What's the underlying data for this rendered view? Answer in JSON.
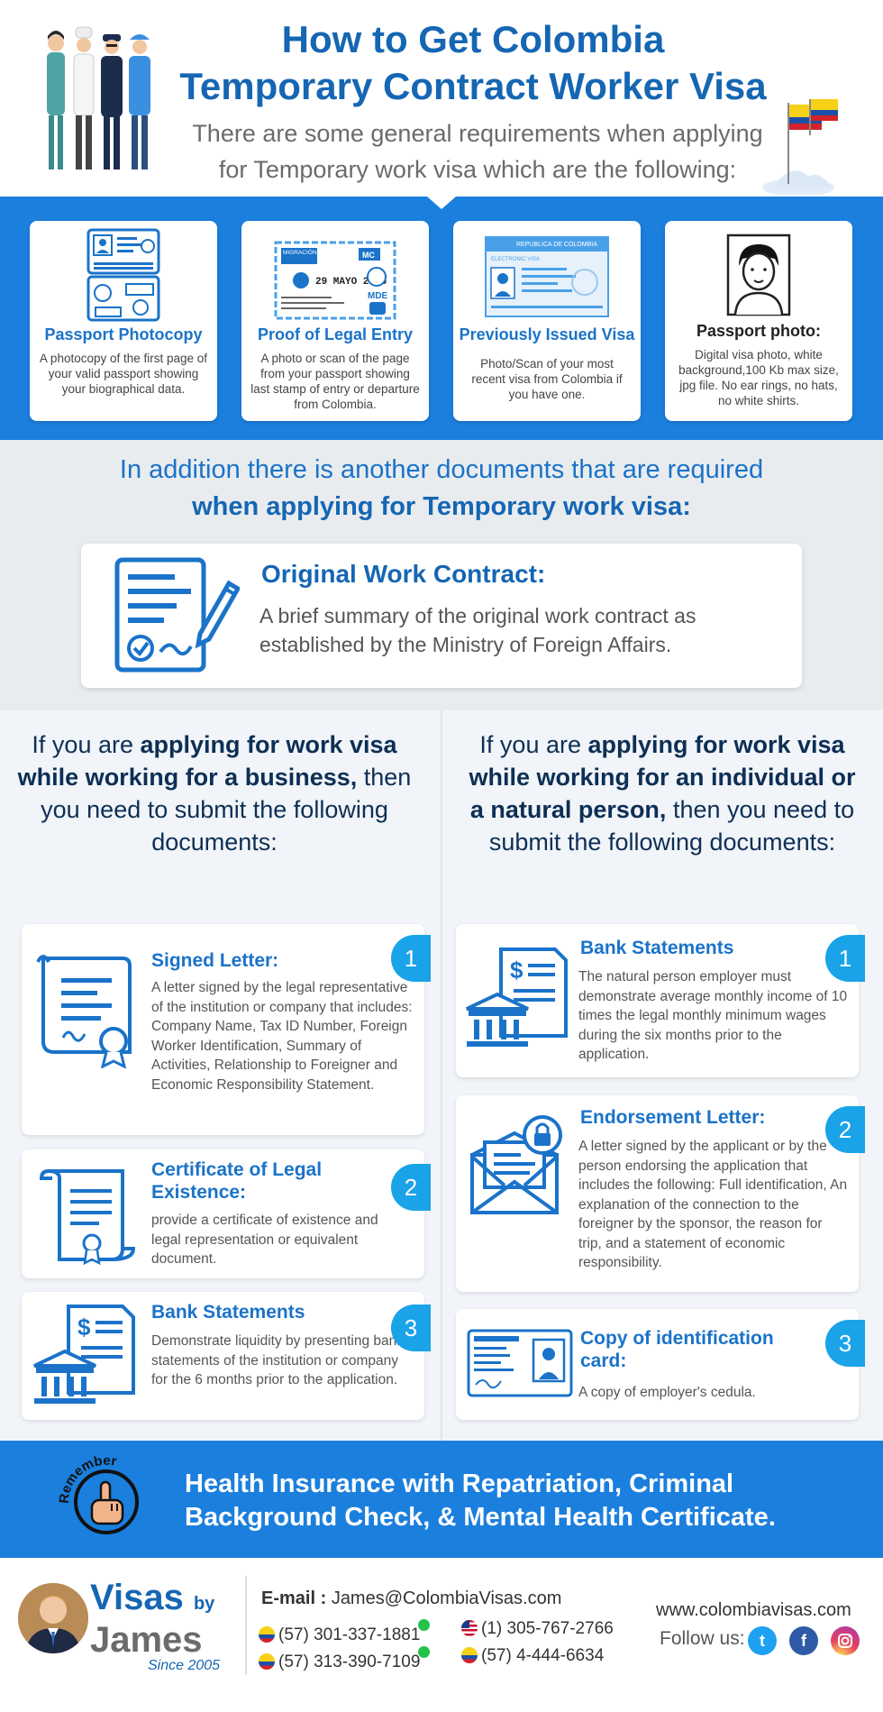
{
  "header": {
    "title_line1": "How to Get Colombia",
    "title_line2": "Temporary Contract Worker Visa",
    "subtitle_line1": "There are some general requirements when applying",
    "subtitle_line2": "for Temporary work visa which are the following:"
  },
  "requirements": [
    {
      "title": "Passport Photocopy",
      "desc": "A photocopy of the first page of your valid passport showing your biographical data."
    },
    {
      "title": "Proof of Legal Entry",
      "desc": "A photo or scan of the page from your passport showing last stamp of entry or departure from Colombia."
    },
    {
      "title": "Previously Issued Visa",
      "desc": "Photo/Scan of your most recent visa from Colombia if you have one."
    },
    {
      "title": "Passport photo:",
      "desc": "Digital visa photo, white background,100 Kb max size, jpg file. No ear rings, no hats, no white shirts."
    }
  ],
  "stamp": {
    "migracion": "MIGRACIÓN COLOMBIA",
    "date": "29 MAYO 2015",
    "code": "MDE",
    "mc": "MC"
  },
  "visa_card": {
    "header": "REPUBLICA DE COLOMBIA",
    "label": "ELECTRONIC VISA"
  },
  "additional": {
    "line1": "In addition there is another documents that are required",
    "line2": "when applying for Temporary work visa:",
    "contract_title": "Original  Work Contract:",
    "contract_desc": "A brief summary of the original work contract as established by the Ministry of Foreign Affairs."
  },
  "business": {
    "head_pre": "If you are ",
    "head_bold": "applying for work visa while working for a business,",
    "head_post": " then you need to submit the following documents:",
    "docs": [
      {
        "num": "1",
        "title": "Signed Letter:",
        "desc": "A letter signed by the legal representative of the institution or company that includes: Company Name, Tax ID Number, Foreign Worker Identification, Summary of Activities, Relationship to Foreigner and Economic Responsibility Statement."
      },
      {
        "num": "2",
        "title": "Certificate of Legal Existence:",
        "desc": "provide a certificate of existence and legal representation or equivalent document."
      },
      {
        "num": "3",
        "title": "Bank Statements",
        "desc": "Demonstrate liquidity by presenting bank statements of the institution or company for the 6 months prior to the application."
      }
    ]
  },
  "individual": {
    "head_pre": "If you are ",
    "head_bold": "applying for work visa while working for an individual or a natural person,",
    "head_post": " then you need to submit the following documents:",
    "docs": [
      {
        "num": "1",
        "title": "Bank Statements",
        "desc": "The natural person employer must demonstrate average monthly income of 10 times the legal monthly minimum wages during the six months prior to the application."
      },
      {
        "num": "2",
        "title": "Endorsement Letter:",
        "desc": "A letter signed by the applicant or by the person endorsing the application that includes the following: Full identification, An explanation of the connection to the foreigner by the sponsor, the reason for trip, and a statement of economic responsibility."
      },
      {
        "num": "3",
        "title": "Copy of identification card:",
        "desc": "A copy of employer's cedula."
      }
    ]
  },
  "remember": {
    "badge": "Remember",
    "text": "Health Insurance with Repatriation, Criminal Background Check, & Mental Health Certificate."
  },
  "footer": {
    "brand_line1": "Visas",
    "brand_by": "by",
    "brand_line2": "James",
    "since": "Since 2005",
    "email_label": "E-mail :",
    "email": "James@ColombiaVisas.com",
    "phones": [
      "(57) 301-337-1881",
      "(57) 313-390-7109",
      "(1) 305-767-2766",
      "(57) 4-444-6634"
    ],
    "website": "www.colombiavisas.com",
    "follow": "Follow us:"
  },
  "colors": {
    "primary_blue": "#1b7fde",
    "title_blue": "#1566b3",
    "badge_blue": "#1aa3e8",
    "grey_bg": "#e9ecef"
  },
  "icons": [
    "passport-icon",
    "stamp-icon",
    "visa-icon",
    "face-icon",
    "contract-icon",
    "letter-icon",
    "certificate-icon",
    "bank-icon",
    "envelope-lock-icon",
    "id-card-icon",
    "hand-icon",
    "twitter-icon",
    "facebook-icon",
    "instagram-icon"
  ]
}
